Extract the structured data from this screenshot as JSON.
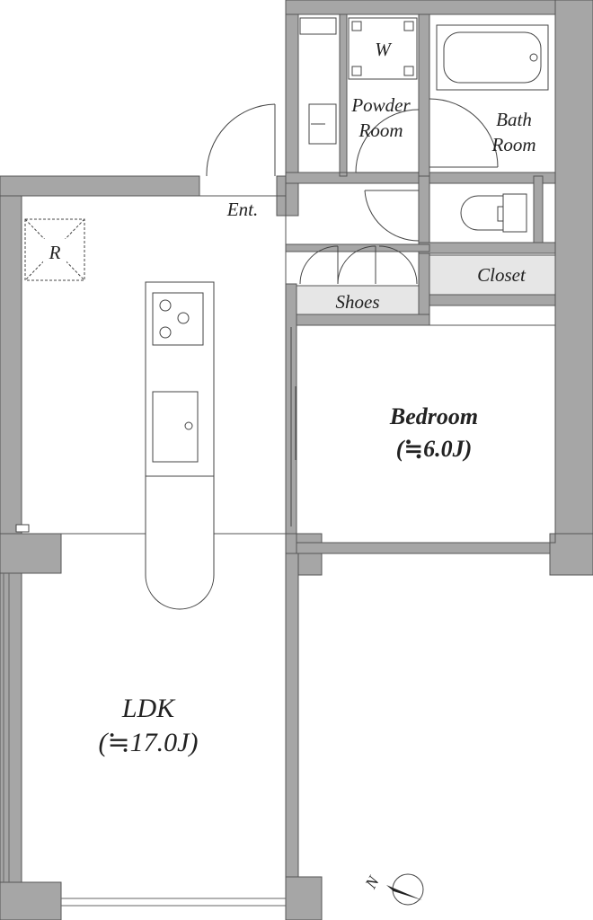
{
  "rooms": {
    "entrance": "Ent.",
    "powder_room_line1": "Powder",
    "powder_room_line2": "Room",
    "bath_room_line1": "Bath",
    "bath_room_line2": "Room",
    "washer": "W",
    "refrigerator": "R",
    "shoes": "Shoes",
    "closet": "Closet",
    "bedroom_name": "Bedroom",
    "bedroom_size": "(≒6.0J)",
    "ldk_name": "LDK",
    "ldk_size": "(≒17.0J)"
  },
  "compass": {
    "north_label": "N"
  },
  "colors": {
    "wall": "#a6a6a6",
    "wall_stroke": "#555555",
    "storage_fill": "#e6e6e6",
    "floor": "#ffffff",
    "line": "#444444"
  }
}
